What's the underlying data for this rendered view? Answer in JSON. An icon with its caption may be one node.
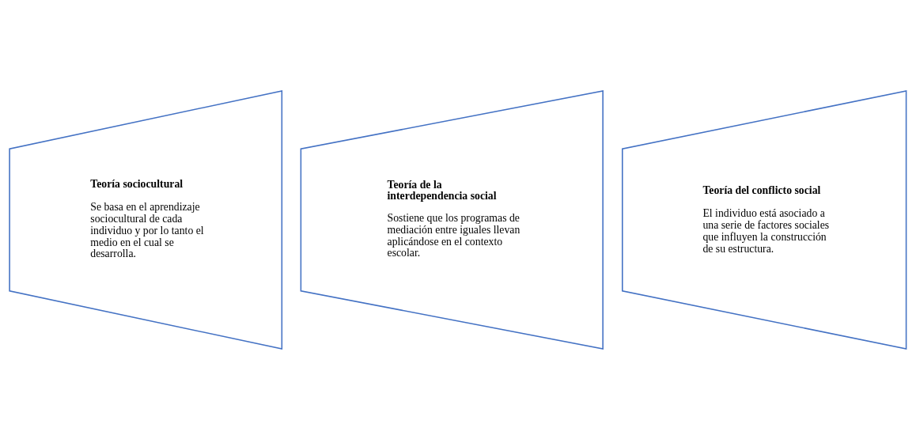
{
  "diagram": {
    "nodes": [
      {
        "text": [
          "Teoría sociocultural",
          "Se basa en el aprendizaje sociocultural de cada individuo y por lo tanto el medio en el cual se desarrolla."
        ]
      },
      {
        "text": [
          "Teoría de la interdependencia social",
          "Sostiene que los programas de mediación entre iguales llevan aplicándose en el contexto escolar."
        ]
      },
      {
        "text": [
          "Teoría del conflicto social",
          "El individuo está asociado a una serie de factores sociales que influyen la construcción de su estructura."
        ]
      }
    ],
    "edges": []
  }
}
